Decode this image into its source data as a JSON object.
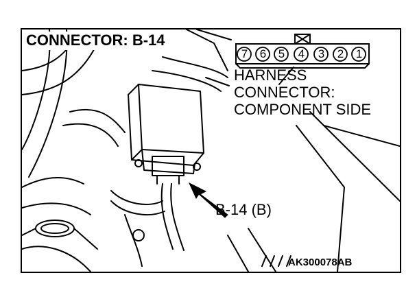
{
  "title": "CONNECTOR: B-14",
  "connector": {
    "pins": [
      "7",
      "6",
      "5",
      "4",
      "3",
      "2",
      "1"
    ],
    "view_lines": [
      "HARNESS",
      "CONNECTOR:",
      "COMPONENT SIDE"
    ]
  },
  "callout": "B-14 (B)",
  "figure_id": "AK300078AB",
  "colors": {
    "line": "#000000",
    "background": "#ffffff"
  }
}
